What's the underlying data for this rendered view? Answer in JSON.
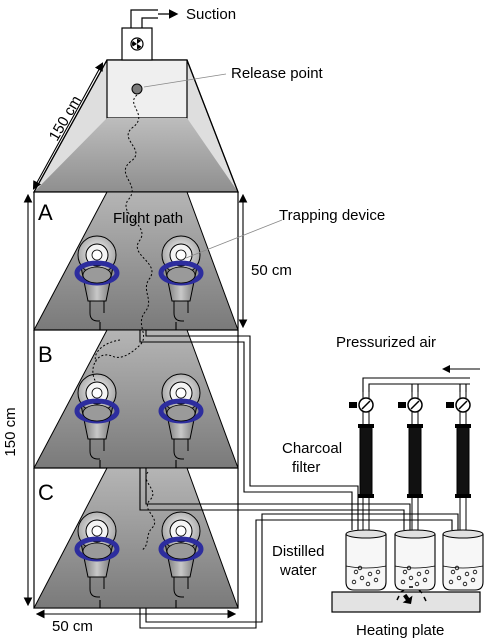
{
  "labels": {
    "suction": "Suction",
    "release_point": "Release point",
    "height_top": "150 cm",
    "flight_path": "Flight path",
    "trapping_device": "Trapping device",
    "section_height": "50 cm",
    "total_height": "150 cm",
    "base_width": "50 cm",
    "pressurized_air": "Pressurized air",
    "charcoal_filter_line1": "Charcoal",
    "charcoal_filter_line2": "filter",
    "distilled_water_line1": "Distilled",
    "distilled_water_line2": "water",
    "heating_plate": "Heating plate"
  },
  "sections": [
    "A",
    "B",
    "C"
  ],
  "icons": {
    "fan": "fan-icon",
    "valve": "valve-gauge-icon",
    "heat": "heat-arrow-icon"
  },
  "colors": {
    "pyramid_light": "#dcdcdc",
    "pyramid_mid": "#bdbdbd",
    "section_fill": "#8c8c8c",
    "trap_ring": "#2d2d9e",
    "filter": "#111111",
    "heating_plate": "#e3e3e3"
  }
}
